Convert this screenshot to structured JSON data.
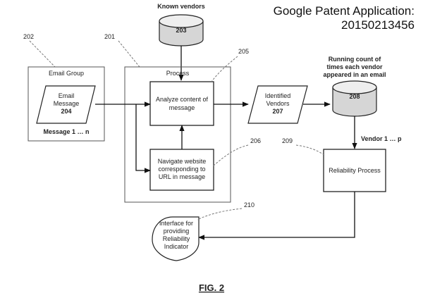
{
  "header": {
    "title_line1": "Google Patent Application:",
    "title_line2": "20150213456"
  },
  "figure": {
    "caption": "FIG. 2",
    "known_vendors": {
      "label": "Known vendors",
      "db_number": "203"
    },
    "email_group": {
      "ref": "202",
      "label": "Email Group",
      "message_line1": "Email",
      "message_line2": "Message",
      "message_number": "204",
      "footer": "Message 1 … n"
    },
    "process": {
      "ref": "201",
      "label": "Process"
    },
    "analyze": {
      "ref": "205",
      "line1": "Analyze content of",
      "line2": "message"
    },
    "navigate": {
      "ref": "206",
      "line1": "Navigate website",
      "line2": "corresponding to",
      "line3": "URL in message"
    },
    "identified": {
      "line1": "Identified",
      "line2": "Vendors",
      "number": "207"
    },
    "running_count": {
      "line1": "Running count of",
      "line2": "times each vendor",
      "line3": "appeared in an email",
      "db_number": "208"
    },
    "vendor_range": "Vendor 1 … p",
    "reliability": {
      "ref": "209",
      "label": "Reliability Process"
    },
    "interface": {
      "ref": "210",
      "line1": "Interface for",
      "line2": "providing",
      "line3": "Reliability",
      "line4": "Indicator"
    }
  }
}
